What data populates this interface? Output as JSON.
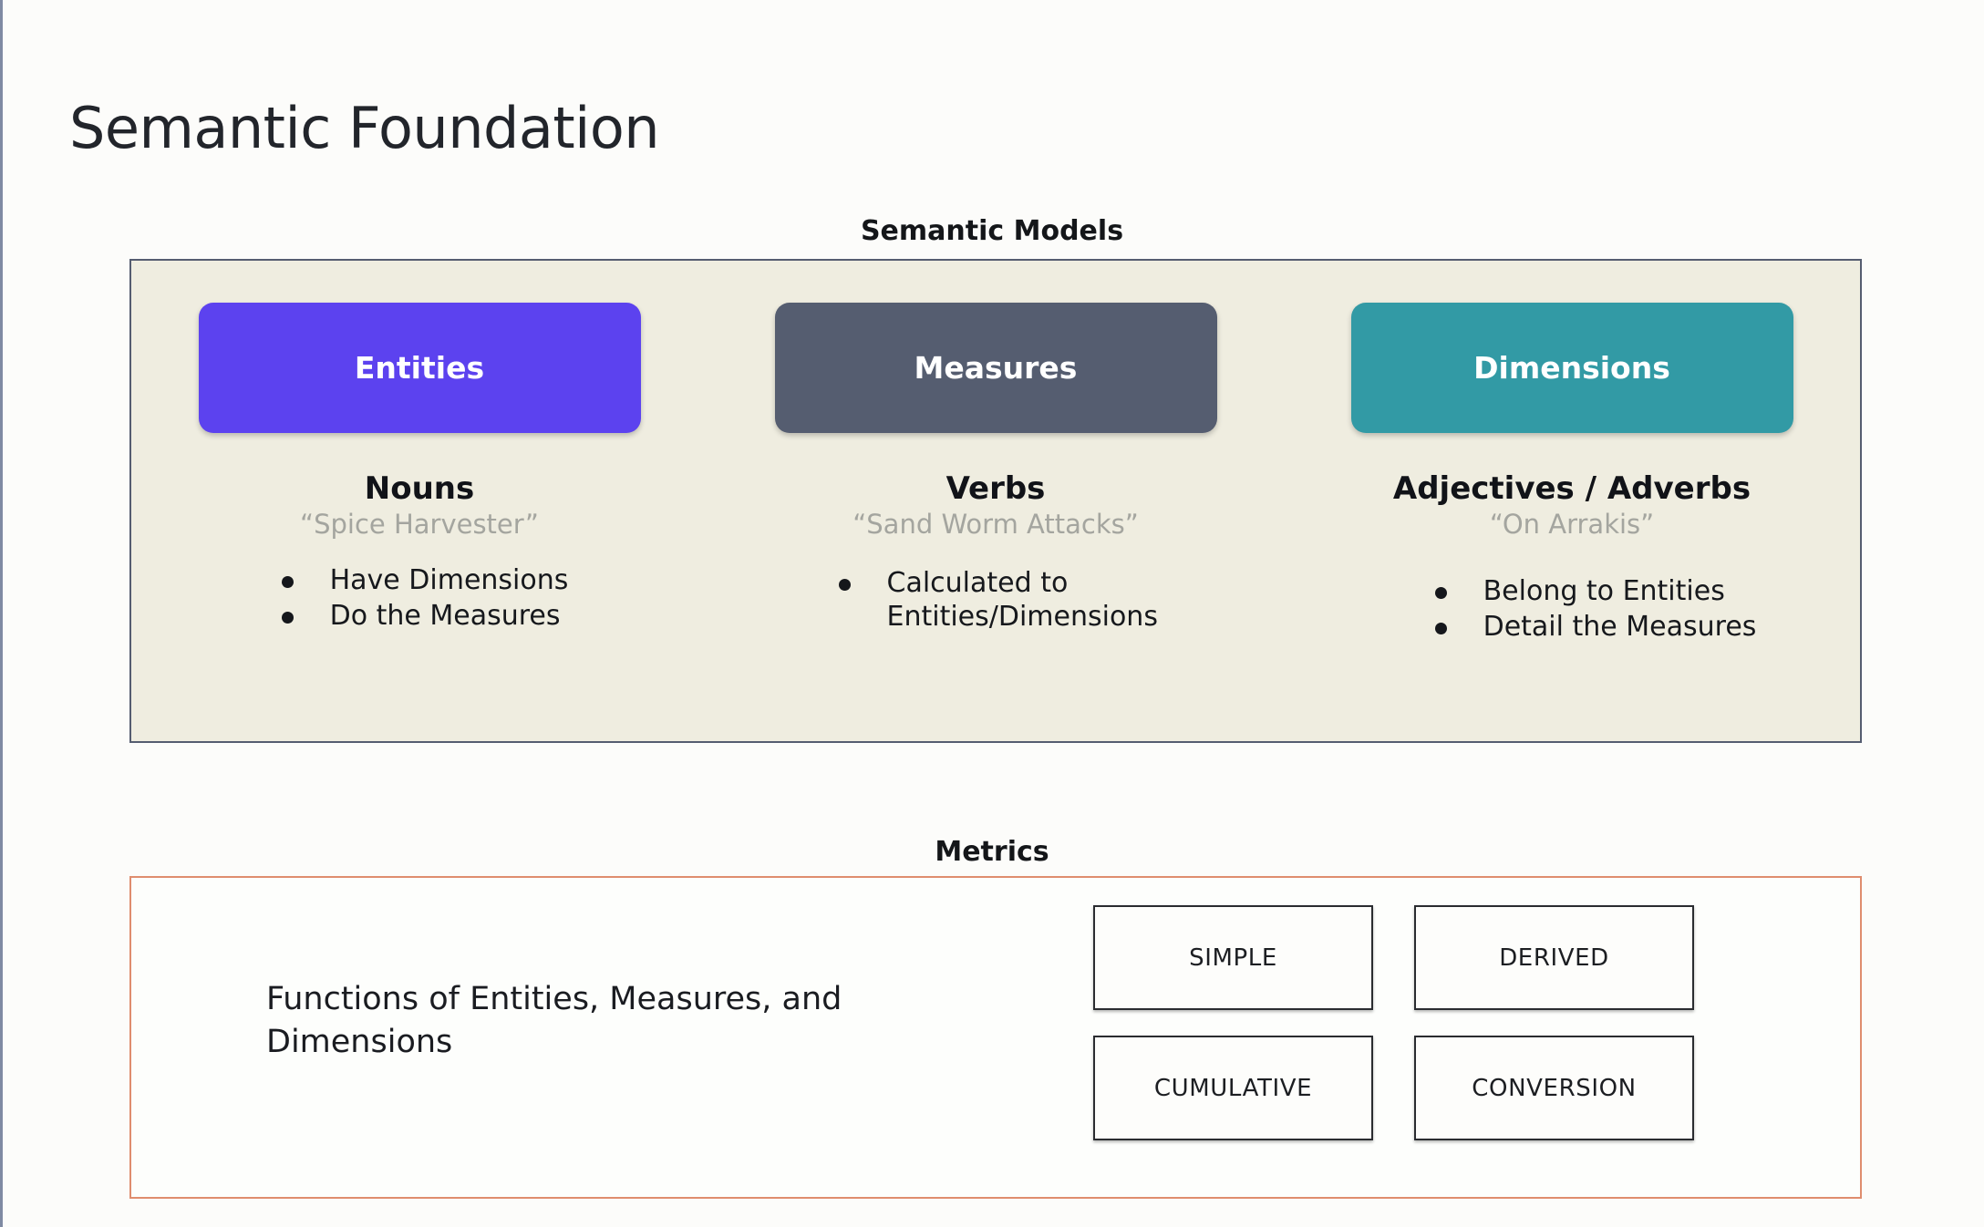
{
  "slide": {
    "title": "Semantic Foundation"
  },
  "semantic_models": {
    "caption": "Semantic Models",
    "columns": [
      {
        "pill_label": "Entities",
        "pill_color": "#5C42EF",
        "part_of_speech": "Nouns",
        "example": "“Spice Harvester”",
        "bullets": [
          "Have Dimensions",
          "Do the Measures"
        ]
      },
      {
        "pill_label": "Measures",
        "pill_color": "#555D70",
        "part_of_speech": "Verbs",
        "example": "“Sand Worm Attacks”",
        "bullets": [
          "Calculated to Entities/Dimensions"
        ]
      },
      {
        "pill_label": "Dimensions",
        "pill_color": "#329AA5",
        "part_of_speech": "Adjectives / Adverbs",
        "example": "“On Arrakis”",
        "bullets": [
          "Belong to Entities",
          "Detail the Measures"
        ]
      }
    ]
  },
  "metrics": {
    "caption": "Metrics",
    "description": "Functions of Entities, Measures, and Dimensions",
    "border_color": "#DF8D6E",
    "types": [
      "SIMPLE",
      "DERIVED",
      "CUMULATIVE",
      "CONVERSION"
    ]
  },
  "colors": {
    "page_background": "#FCFCFA",
    "panel_background": "#EFEDE0",
    "panel_border": "#555D70",
    "muted_text": "#A4A59F",
    "body_text": "#16181C"
  }
}
